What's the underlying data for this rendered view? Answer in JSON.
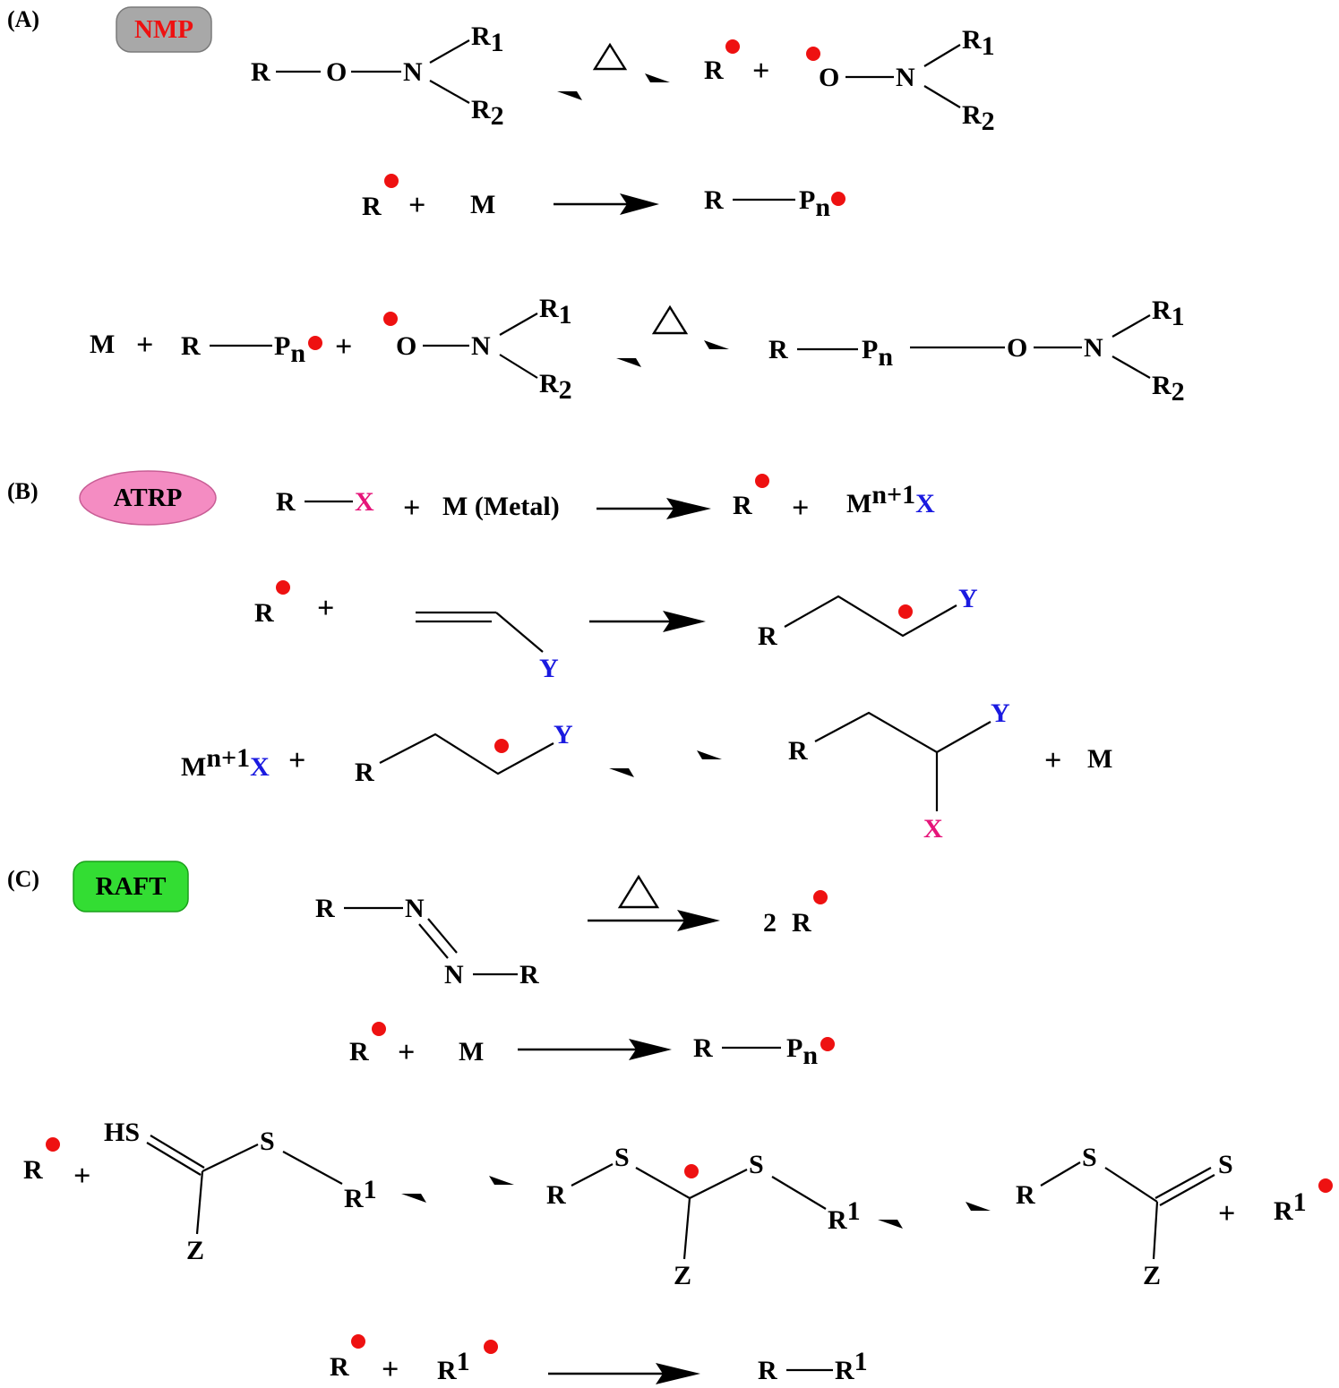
{
  "colors": {
    "radical_dot": "#ee1111",
    "nmp_text": "#ee1111",
    "x_atom": "#e6157a",
    "y_atom": "#1a1ae0",
    "nmp_badge": "#a8a8a8",
    "atrp_badge": "#f48cc2",
    "raft_badge": "#33dd33"
  },
  "icons": {
    "radical": "red-dot",
    "heat": "triangle-delta",
    "reaction": "arrow-right",
    "equilibrium": "equilibrium-half-arrows"
  },
  "sections": {
    "A": {
      "label": "(A)",
      "badge": "NMP",
      "atoms": {
        "R": "R",
        "O": "O",
        "N": "N",
        "M": "M",
        "P": "P",
        "n": "n",
        "R1": "R",
        "R1_sub": "1",
        "R2": "R",
        "R2_sub": "2",
        "plus": "+"
      }
    },
    "B": {
      "label": "(B)",
      "badge": "ATRP",
      "atoms": {
        "R": "R",
        "X": "X",
        "Y": "Y",
        "M": "M",
        "metal": "M (Metal)",
        "Mn1": "M",
        "n1_sup": "n+1",
        "plus": "+"
      }
    },
    "C": {
      "label": "(C)",
      "badge": "RAFT",
      "atoms": {
        "R": "R",
        "N": "N",
        "M": "M",
        "P": "P",
        "n": "n",
        "two": "2",
        "S": "S",
        "HS": "HS",
        "Z": "Z",
        "Rp": "R",
        "Rp_sup": "1",
        "plus": "+"
      }
    }
  }
}
